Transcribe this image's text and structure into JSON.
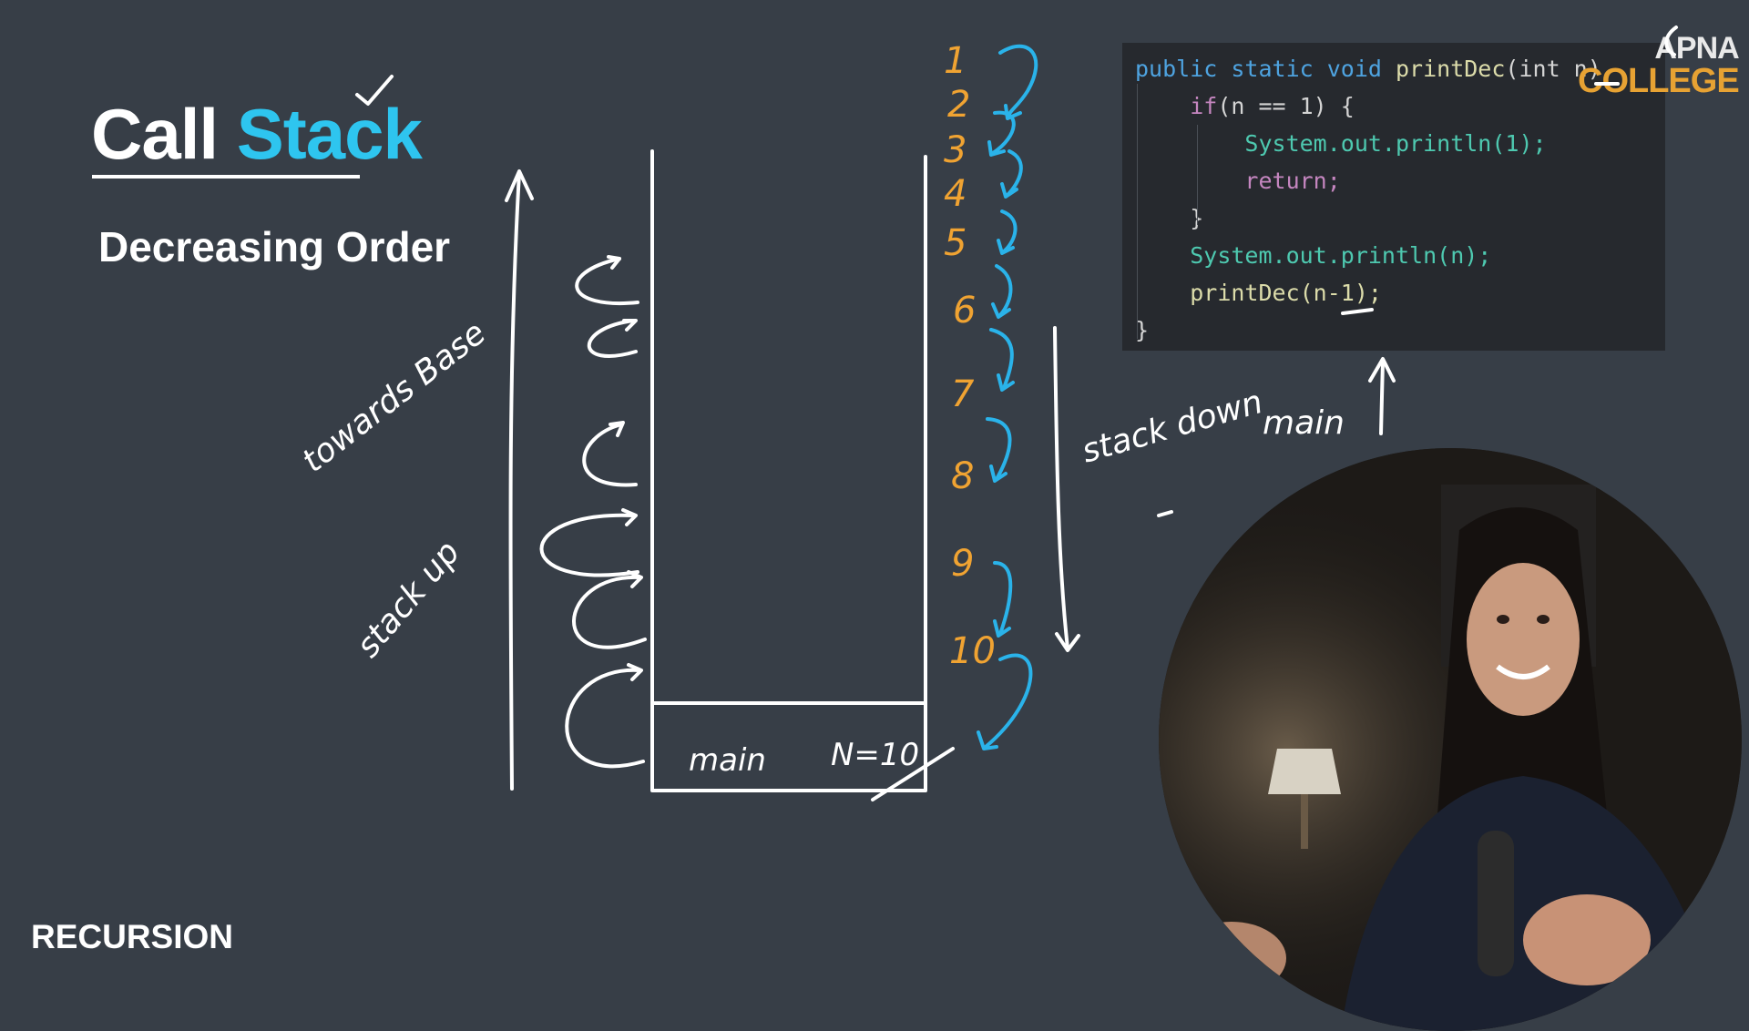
{
  "slide": {
    "title_part1": "Call",
    "title_part2": "Stack",
    "subtitle": "Decreasing Order",
    "footer": "RECURSION"
  },
  "code": {
    "l1_kw": "public static void",
    "l1_fn": "printDec",
    "l1_rest": "(int n)",
    "l2_if": "if",
    "l2_rest": "(n == 1) {",
    "l3": "System.out.println(1);",
    "l4": "return;",
    "l5": "}",
    "l6": "System.out.println(n);",
    "l7": "printDec(n-1);",
    "l8": "}"
  },
  "logo": {
    "line1": "APNA",
    "line2": "COLLEGE"
  },
  "diagram": {
    "stack_frame": {
      "name": "main",
      "value": "N=10"
    },
    "left_label_top": "towards Base",
    "left_label_bottom": "stack up",
    "right_label": "stack down",
    "main_label": "main",
    "counts": [
      "1",
      "2",
      "3",
      "4",
      "5",
      "6",
      "7",
      "8",
      "9",
      "10"
    ]
  },
  "colors": {
    "background": "#373e47",
    "accent": "#2ec5ef",
    "number_ink": "#f0a332",
    "arrow_ink": "#2ab3ea",
    "chalk": "#ffffff"
  }
}
